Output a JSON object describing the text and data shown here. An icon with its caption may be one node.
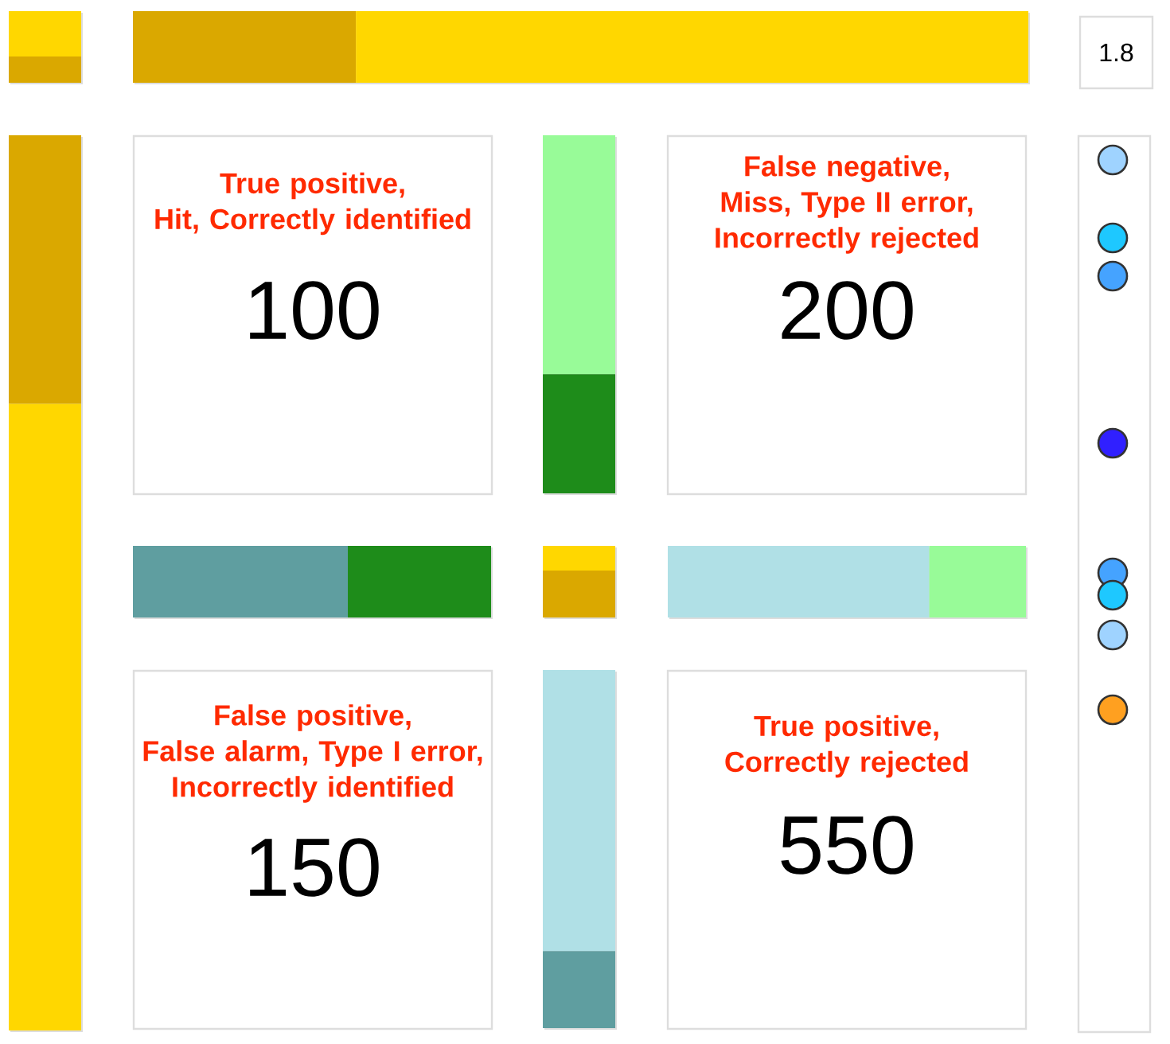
{
  "diagram": {
    "nodes": [
      {
        "text": [
          "1.8"
        ]
      },
      {
        "text": [
          "True positive, Hit, Correctly identified",
          "100"
        ]
      },
      {
        "text": [
          "False negative, Miss, Type II error, Incorrectly rejected",
          "200"
        ]
      },
      {
        "text": [
          "False positive, False alarm, Type I error, Incorrectly identified",
          "150"
        ]
      },
      {
        "text": [
          "True positive, Correctly rejected",
          "550"
        ]
      }
    ]
  }
}
